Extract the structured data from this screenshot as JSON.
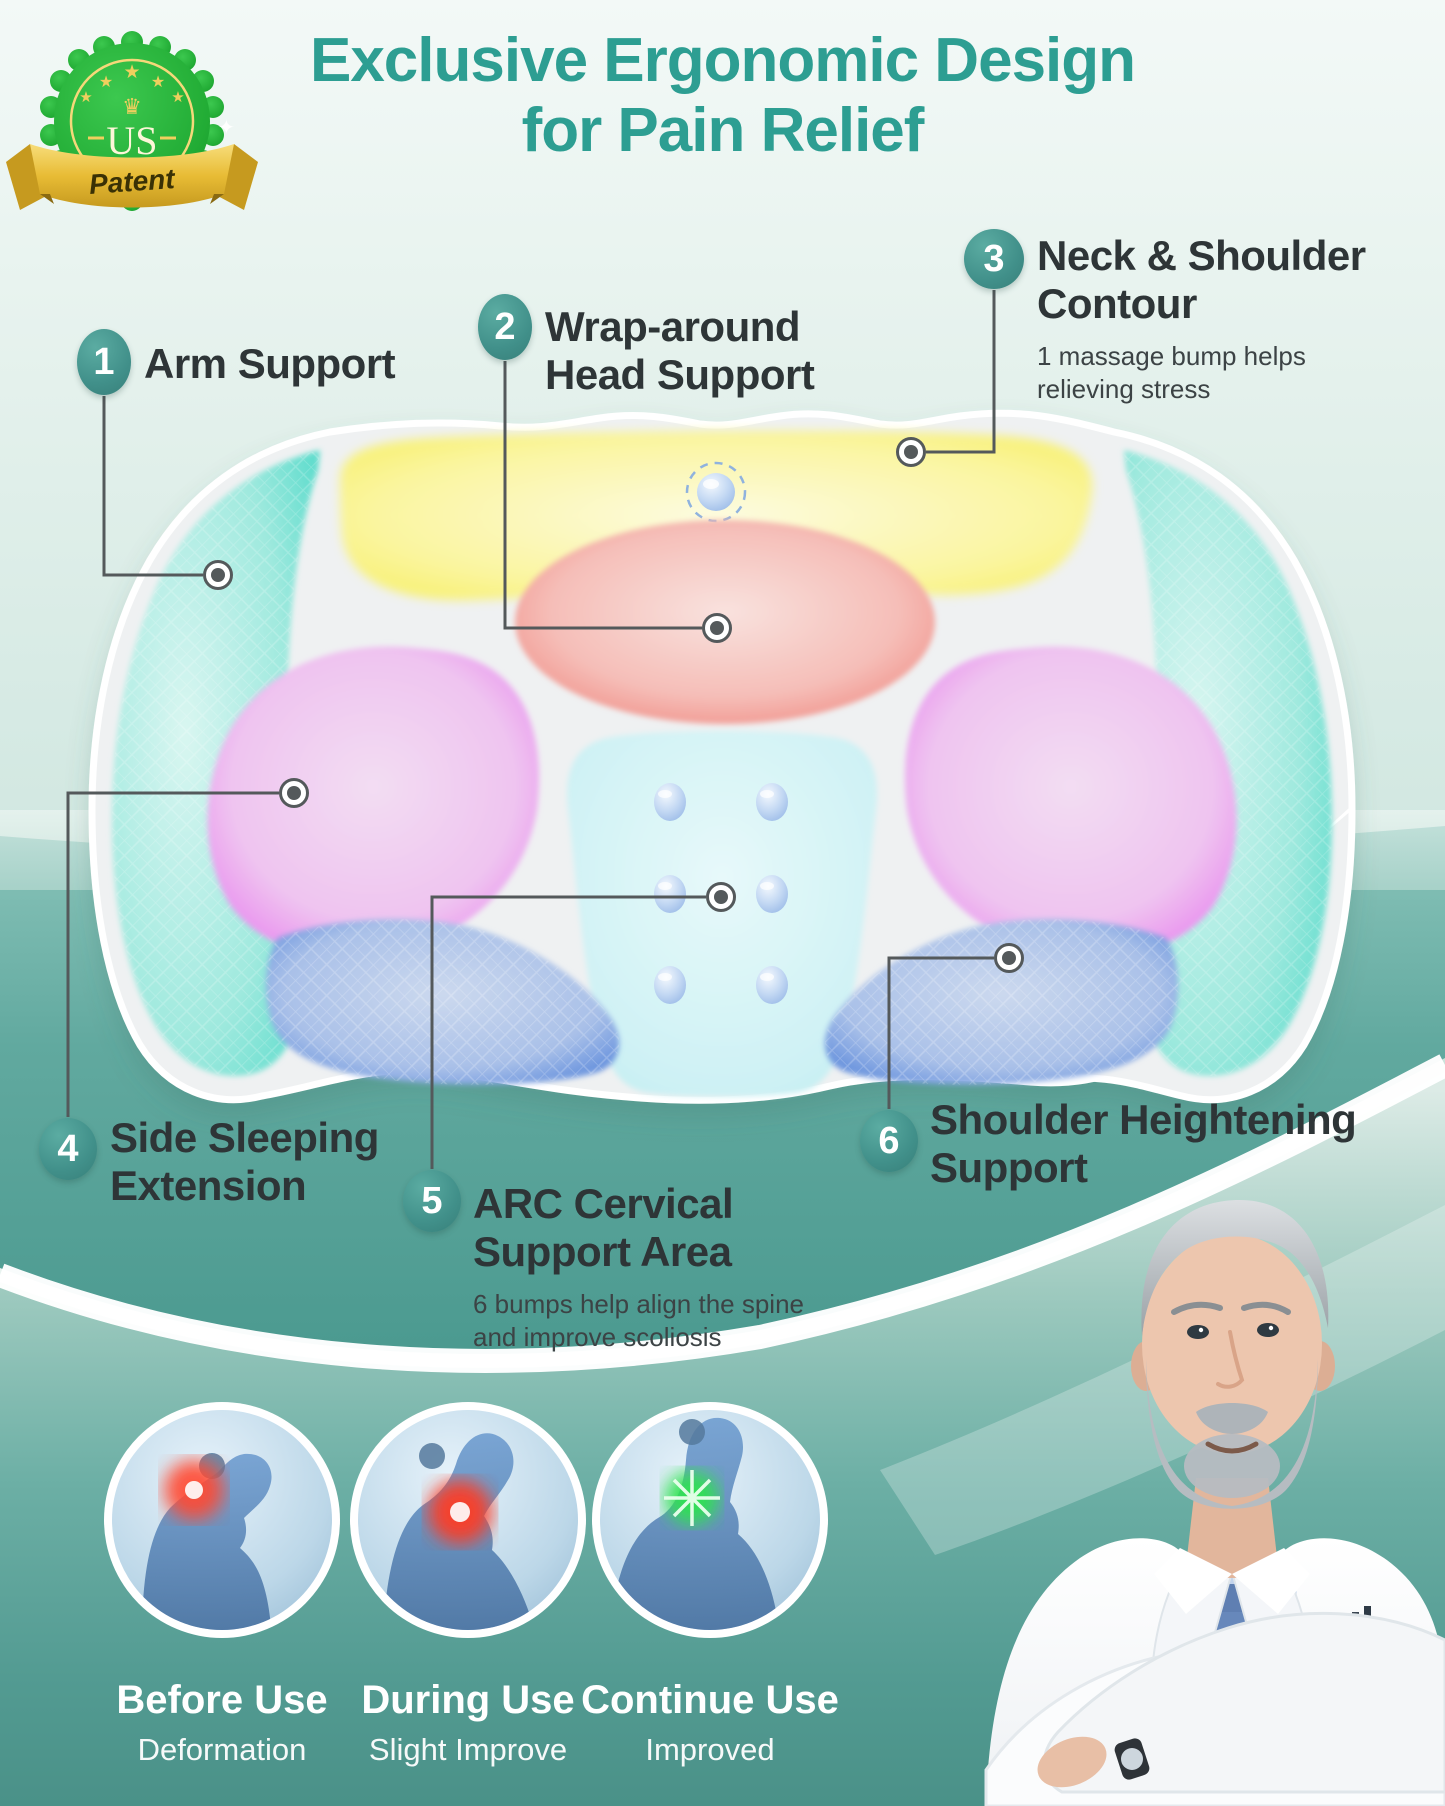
{
  "patent_badge": {
    "country": "US",
    "label": "Patent"
  },
  "title": {
    "line1": "Exclusive Ergonomic Design",
    "line2": "for Pain Relief"
  },
  "callouts": [
    {
      "num": "1",
      "lines": [
        "Arm Support",
        ""
      ]
    },
    {
      "num": "2",
      "lines": [
        "Wrap-around",
        "Head Support"
      ]
    },
    {
      "num": "3",
      "lines": [
        "Neck & Shoulder",
        "Contour"
      ],
      "sub_lines": [
        "1 massage bump helps",
        "relieving stress"
      ]
    },
    {
      "num": "4",
      "lines": [
        "Side Sleeping",
        "Extension"
      ]
    },
    {
      "num": "5",
      "lines": [
        "ARC Cervical",
        "Support Area"
      ],
      "sub_lines": [
        "6 bumps help align the spine",
        "and improve scoliosis"
      ]
    },
    {
      "num": "6",
      "lines": [
        "Shoulder Heightening",
        "Support"
      ]
    }
  ],
  "stages": [
    {
      "title": "Before Use",
      "caption": "Deformation",
      "glow_color": "#ff4a33"
    },
    {
      "title": "During Use",
      "caption": "Slight Improve",
      "glow_color": "#ff3a21"
    },
    {
      "title": "Continue Use",
      "caption": "Improved",
      "glow_color": "#2fe34f"
    }
  ],
  "colors": {
    "title": "#2d9e92",
    "number_badge": "#41908a",
    "label_text": "#2e3537",
    "callout_line": "#54595b",
    "band_teal": "#4c9a90",
    "badge_green": "#22ac35",
    "ribbon_gold": "#e8bc35",
    "zone_yellow": "#f6ee55",
    "zone_red": "#ee7a71",
    "zone_magenta": "#e25ff0",
    "zone_cyan_wing": "#3fd6c4",
    "zone_blue_wing": "#3f76d2"
  }
}
